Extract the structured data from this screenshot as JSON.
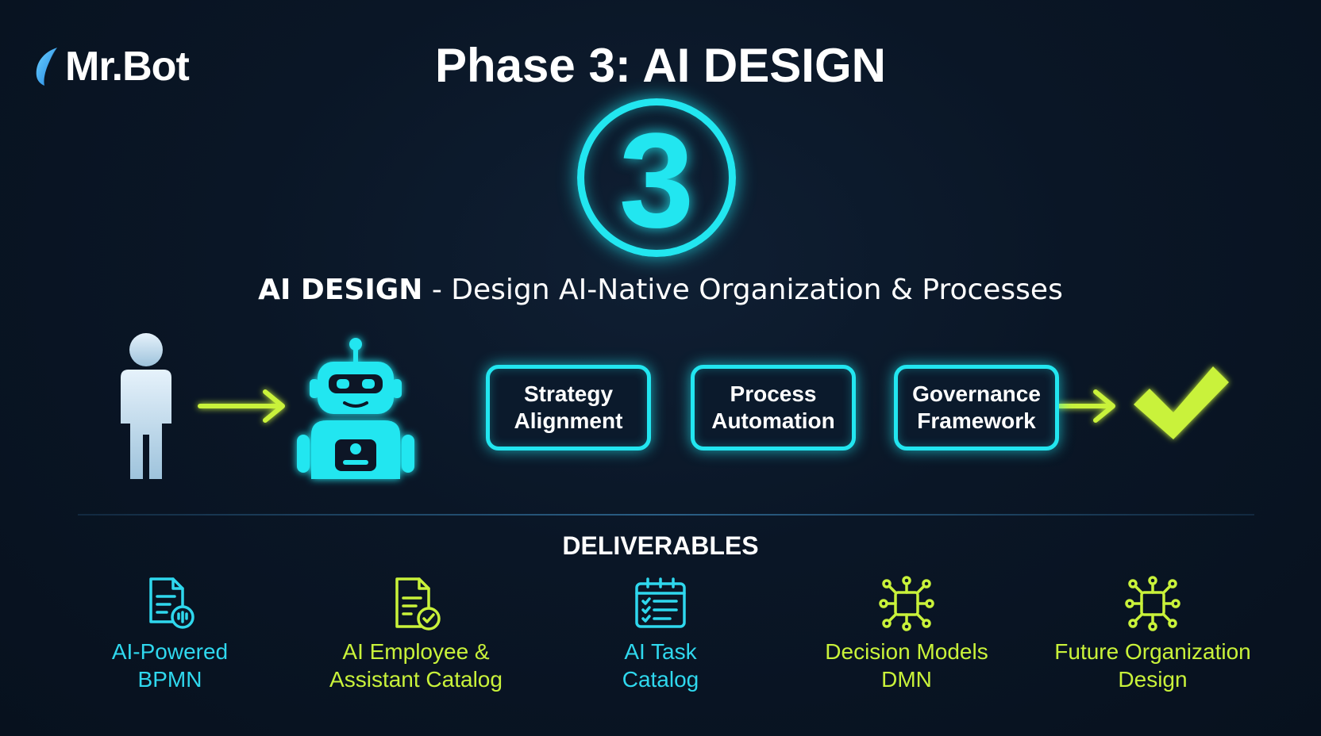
{
  "brand": {
    "name": "Mr.Bot",
    "logo_icon": "feather-icon"
  },
  "title": "Phase 3: AI DESIGN",
  "phase_badge": {
    "number": "3"
  },
  "subtitle": {
    "bold": "AI DESIGN",
    "rest": " - Design AI-Native Organization & Processes"
  },
  "colors": {
    "accent_cyan": "#22e6f0",
    "accent_green": "#c9f23a",
    "background": "#0a1626"
  },
  "flow": {
    "start_icon": "person-icon",
    "agent_icon": "robot-icon",
    "steps": [
      {
        "label": "Strategy\nAlignment"
      },
      {
        "label": "Process\nAutomation"
      },
      {
        "label": "Governance\nFramework"
      }
    ],
    "end_icon": "checkmark-icon"
  },
  "deliverables": {
    "heading": "DELIVERABLES",
    "items": [
      {
        "label": "AI-Powered\nBPMN",
        "icon": "document-ai-icon",
        "color": "#2fd8ee"
      },
      {
        "label": "AI Employee &\nAssistant Catalog",
        "icon": "document-check-icon",
        "color": "#c9f23a"
      },
      {
        "label": "AI Task\nCatalog",
        "icon": "calendar-checklist-icon",
        "color": "#2fd8ee"
      },
      {
        "label": "Decision Models\nDMN",
        "icon": "network-chip-icon",
        "color": "#c9f23a"
      },
      {
        "label": "Future Organization\nDesign",
        "icon": "network-chip-icon",
        "color": "#c9f23a"
      }
    ]
  }
}
